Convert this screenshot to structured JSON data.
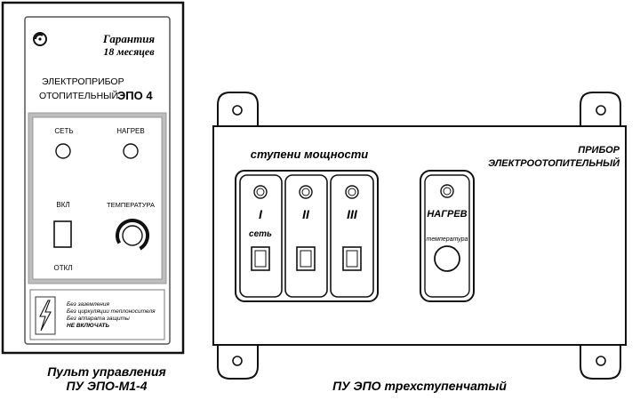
{
  "left_panel": {
    "warranty_line1": "Гарантия",
    "warranty_line2": "18 месяцев",
    "device_line1": "ЭЛЕКТРОПРИБОР",
    "device_line2": "ОТОПИТЕЛЬНЫЙ",
    "model": "ЭПО 4",
    "label_network": "СЕТЬ",
    "label_heating": "НАГРЕВ",
    "label_on": "ВКЛ",
    "label_off": "ОТКЛ",
    "label_temperature": "ТЕМПЕРАТУРА",
    "warning_line1": "Без заземления",
    "warning_line2": "Без циркуляции теплоносителя",
    "warning_line3": "Без аппарата защиты",
    "warning_line4": "НЕ ВКЛЮЧАТЬ",
    "caption_line1": "Пульт управления",
    "caption_line2": "ПУ ЭПО-М1-4"
  },
  "right_panel": {
    "title_line1": "ПРИБОР",
    "title_line2": "ЭЛЕКТРООТОПИТЕЛЬНЫЙ",
    "power_stages_label": "ступени мощности",
    "stage1": "I",
    "stage2": "II",
    "stage3": "III",
    "network_label": "сеть",
    "heating_label": "НАГРЕВ",
    "temperature_label": "температура",
    "caption": "ПУ ЭПО трехступенчатый"
  }
}
